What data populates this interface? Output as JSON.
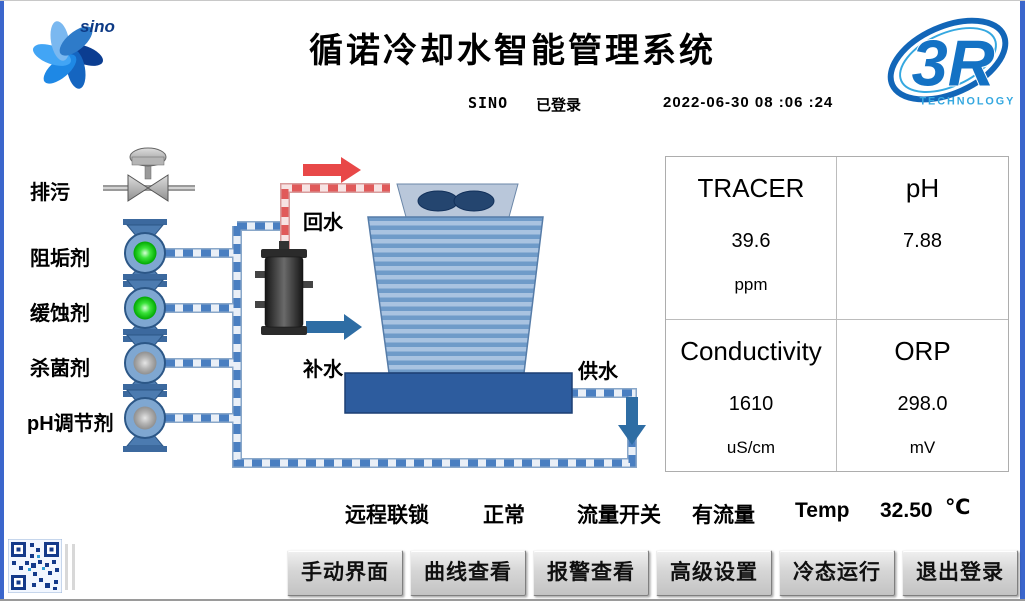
{
  "window": {
    "title": "循诺冷却水智能管理系统"
  },
  "header": {
    "user": "SINO",
    "login_status": "已登录",
    "datetime": "2022-06-30 08 :06 :24",
    "sino_logo_text": "sino",
    "r3_logo_text": "3R",
    "r3_logo_subtext": "TECHNOLOGY"
  },
  "diagram": {
    "pumps": [
      {
        "label": "排污",
        "type": "valve",
        "state": "open"
      },
      {
        "label": "阻垢剂",
        "type": "pump",
        "state": "running"
      },
      {
        "label": "缓蚀剂",
        "type": "pump",
        "state": "running"
      },
      {
        "label": "杀菌剂",
        "type": "pump",
        "state": "stopped"
      },
      {
        "label": "pH调节剂",
        "type": "pump",
        "state": "stopped"
      }
    ],
    "pipe_labels": {
      "return_water": "回水",
      "makeup_water": "补水",
      "supply_water": "供水"
    }
  },
  "readings": [
    {
      "name": "TRACER",
      "value": "39.6",
      "unit": "ppm"
    },
    {
      "name": "pH",
      "value": "7.88",
      "unit": ""
    },
    {
      "name": "Conductivity",
      "value": "1610",
      "unit": "uS/cm"
    },
    {
      "name": "ORP",
      "value": "298.0",
      "unit": "mV"
    }
  ],
  "status": {
    "interlock_label": "远程联锁",
    "interlock_value": "正常",
    "flow_label": "流量开关",
    "flow_value": "有流量",
    "temp_label": "Temp",
    "temp_value": "32.50",
    "temp_unit": "℃"
  },
  "buttons": [
    "手动界面",
    "曲线查看",
    "报警查看",
    "高级设置",
    "冷态运行",
    "退出登录"
  ],
  "colors": {
    "accent_blue": "#3b66cc",
    "pump_running": "#00cc00",
    "pump_stopped": "#9a9a9a",
    "pipe_blue": "#4a7fc1",
    "pipe_red": "#e05a5a",
    "basin_blue": "#2d5c9e",
    "logo_blue": "#1472c4"
  }
}
